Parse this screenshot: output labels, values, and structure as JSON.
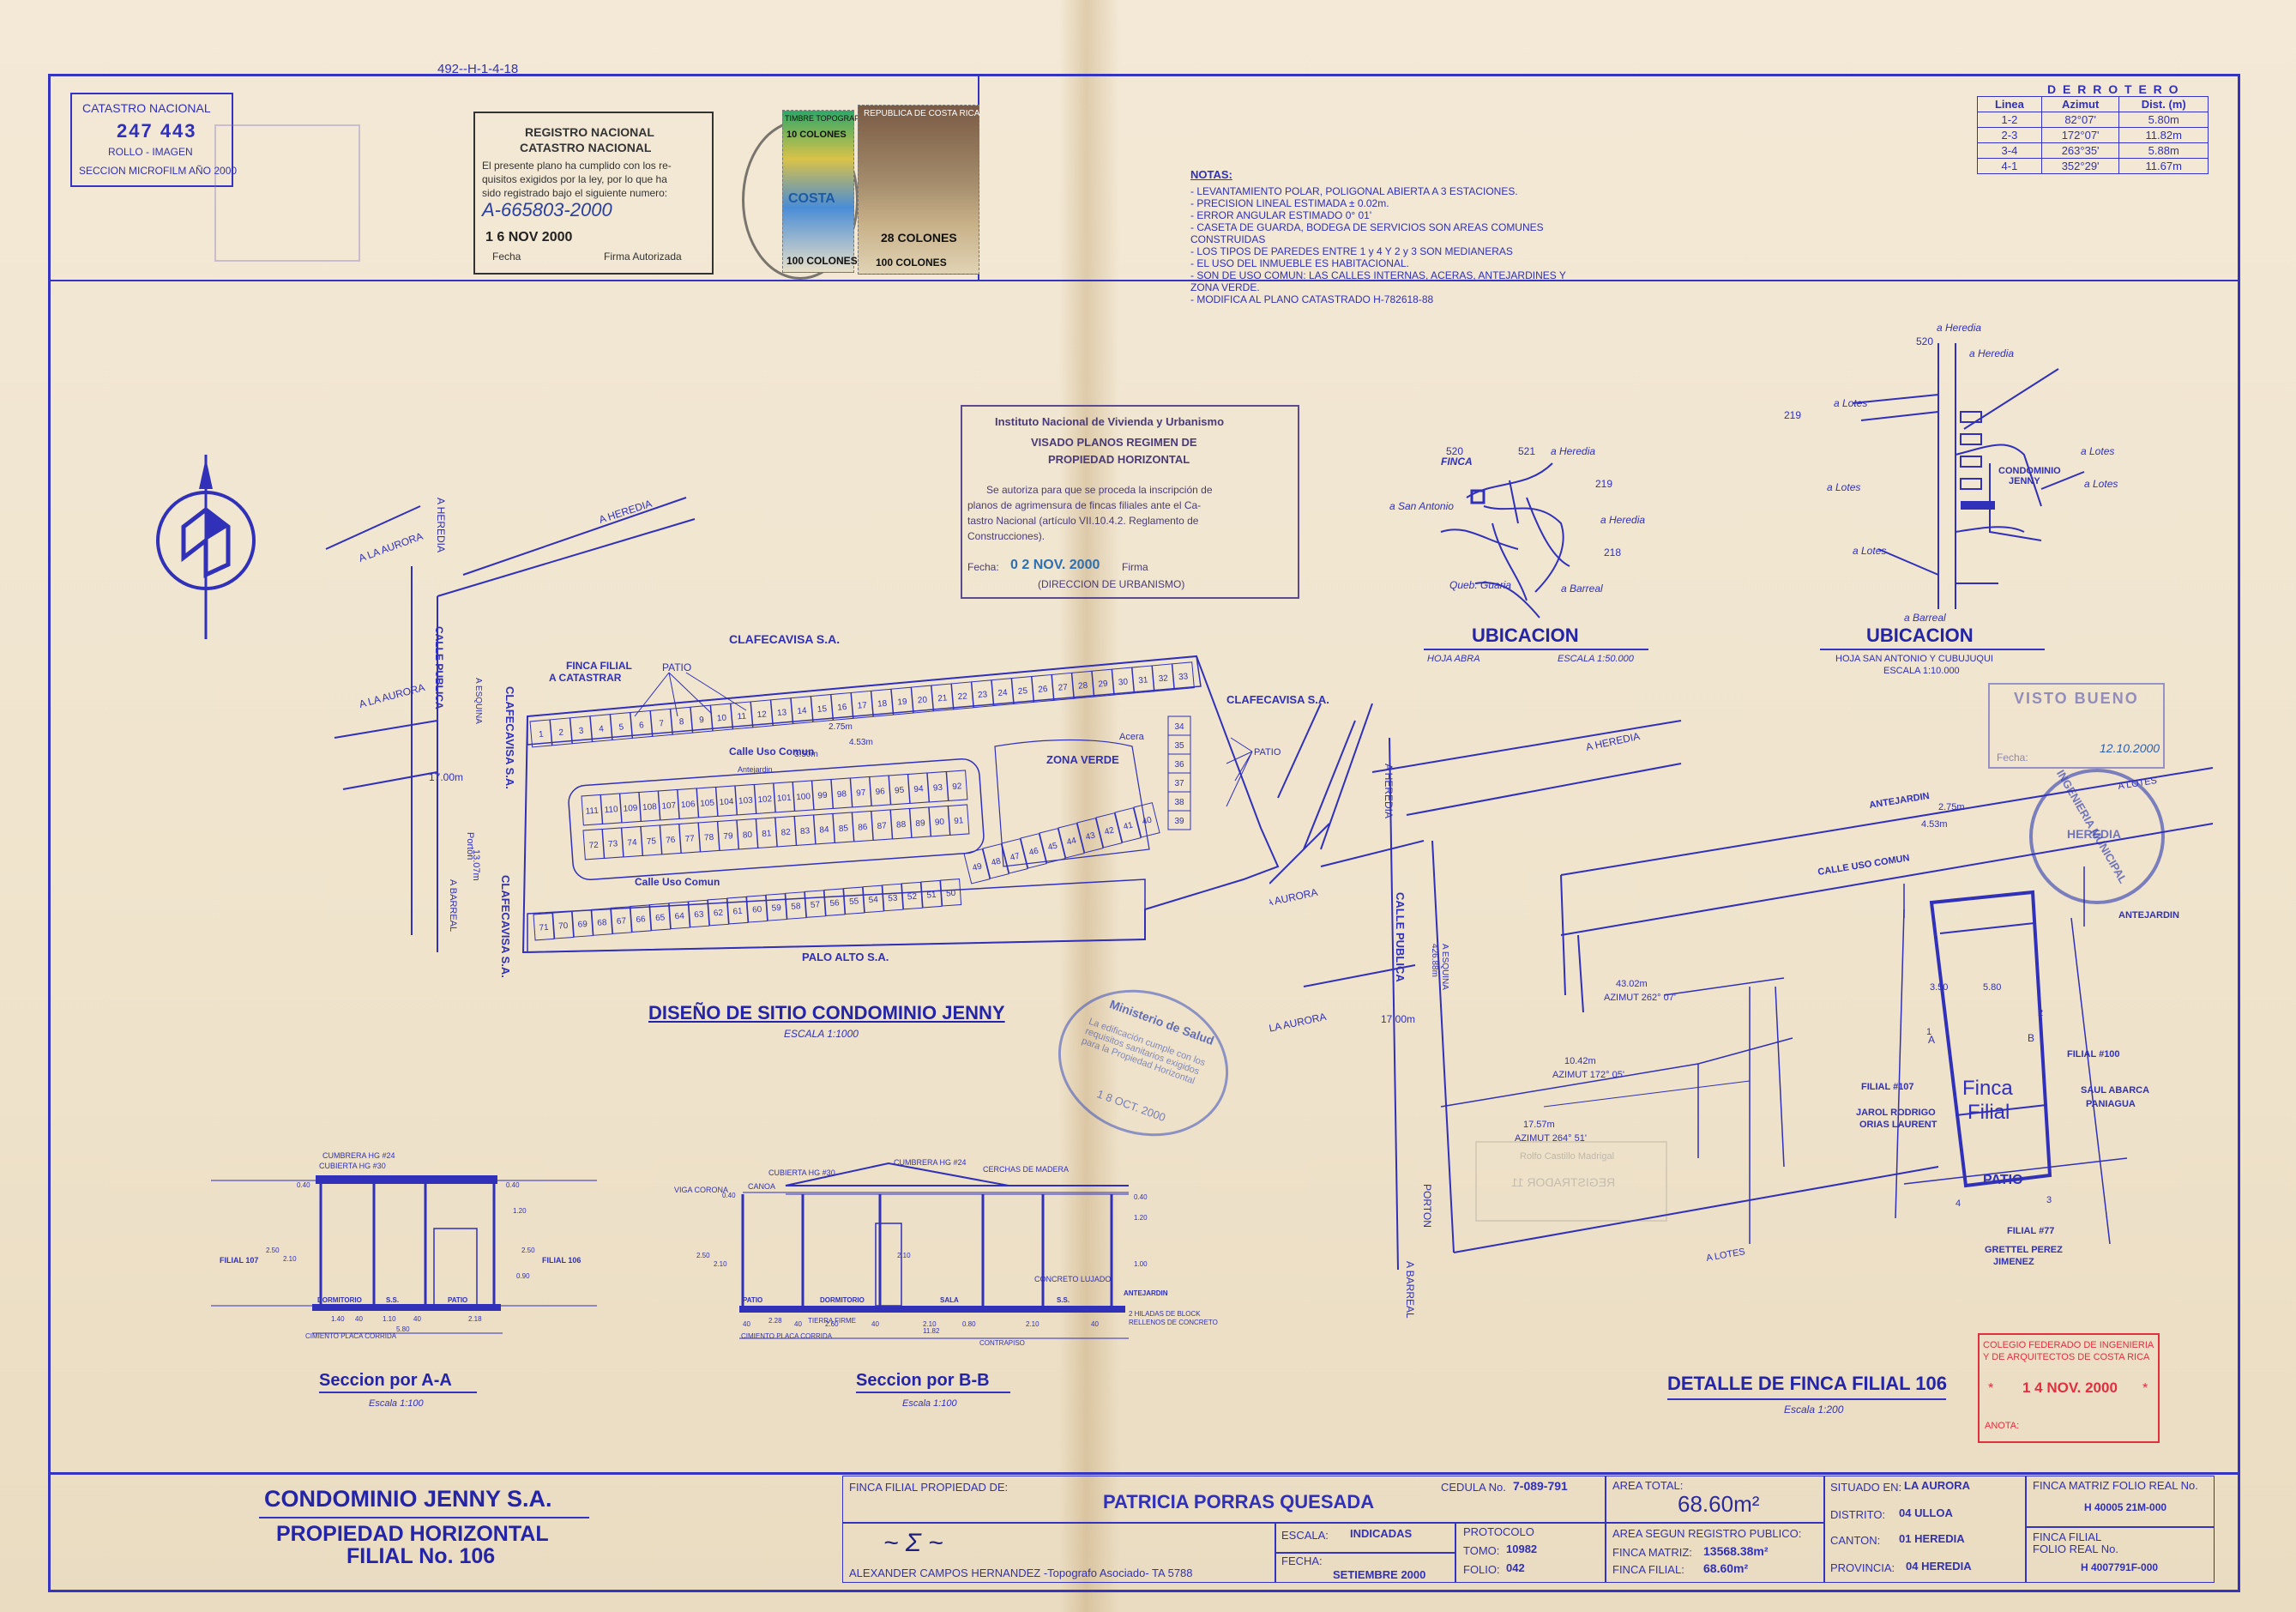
{
  "header_code": "492--H-1-4-18",
  "catastro_box": {
    "title": "CATASTRO NACIONAL",
    "number": "247 443",
    "line2": "ROLLO - IMAGEN",
    "line3": "SECCION MICROFILM AÑO 2000"
  },
  "registro_stamp": {
    "line1": "REGISTRO NACIONAL",
    "line2": "CATASTRO NACIONAL",
    "body1": "El presente plano ha cumplido con los re-",
    "body2": "quisitos exigidos por la ley, por lo que ha",
    "body3": "sido registrado bajo el siguiente numero:",
    "number": "A-665803-2000",
    "date": "1 6 NOV 2000",
    "fecha": "Fecha",
    "firma": "Firma Autorizada"
  },
  "stamps": {
    "timbre1": "TIMBRE TOPOGRAFO",
    "timbre1_val": "10 COLONES",
    "timbre1_bottom": "100 COLONES",
    "timbre2": "REPUBLICA DE COSTA RICA",
    "timbre2_val": "28 COLONES",
    "timbre2_bottom": "100 COLONES",
    "costa": "COSTA"
  },
  "derrotero": {
    "title": "D E R R O T E R O",
    "headers": [
      "Linea",
      "Azimut",
      "Dist. (m)"
    ],
    "rows": [
      [
        "1-2",
        "82°07'",
        "5.80m"
      ],
      [
        "2-3",
        "172°07'",
        "11.82m"
      ],
      [
        "3-4",
        "263°35'",
        "5.88m"
      ],
      [
        "4-1",
        "352°29'",
        "11.67m"
      ]
    ]
  },
  "notas": {
    "title": "NOTAS:",
    "items": [
      "- LEVANTAMIENTO POLAR, POLIGONAL ABIERTA A 3 ESTACIONES.",
      "- PRECISION LINEAL ESTIMADA ± 0.02m.",
      "- ERROR ANGULAR ESTIMADO 0° 01'",
      "- CASETA DE GUARDA, BODEGA DE SERVICIOS SON AREAS COMUNES",
      "  CONSTRUIDAS",
      "- LOS TIPOS DE PAREDES ENTRE 1 y 4 Y 2 y 3 SON MEDIANERAS",
      "- EL USO DEL INMUEBLE ES HABITACIONAL.",
      "- SON DE USO COMUN: LAS CALLES INTERNAS, ACERAS, ANTEJARDINES Y",
      "  ZONA VERDE.",
      "- MODIFICA AL PLANO CATASTRADO H-782618-88"
    ]
  },
  "invu_stamp": {
    "line1": "Instituto Nacional de Vivienda y Urbanismo",
    "line2": "VISADO PLANOS REGIMEN DE",
    "line3": "PROPIEDAD HORIZONTAL",
    "body1": "Se autoriza para que se proceda la inscripción de",
    "body2": "planos de agrimensura de fincas filiales ante el Ca-",
    "body3": "tastro Nacional (artículo VII.10.4.2. Reglamento de",
    "body4": "Construcciones).",
    "fecha_label": "Fecha:",
    "fecha": "0 2 NOV. 2000",
    "firma": "Firma",
    "dept": "(DIRECCION DE URBANISMO)"
  },
  "ubic1": {
    "title": "UBICACION",
    "sub_left": "HOJA ABRA",
    "sub_right": "ESCALA 1:50.000",
    "labels": [
      "FINCA",
      "520",
      "521",
      "a Heredia",
      "219",
      "a Heredia",
      "218",
      "a San Antonio",
      "Queb. Guaria",
      "a Barreal"
    ]
  },
  "ubic2": {
    "title": "UBICACION",
    "sub1": "HOJA SAN ANTONIO Y CUBUJUQUI",
    "sub2": "ESCALA 1:10.000",
    "labels": [
      "a Heredia",
      "520",
      "a Heredia",
      "a Lotes",
      "219",
      "a Lotes",
      "a Lotes",
      "CONDOMINIO",
      "JENNY",
      "a Lotes",
      "a Lotes",
      "a Barreal"
    ]
  },
  "visto_bueno": {
    "title": "VISTO BUENO",
    "fecha": "Fecha:",
    "date": "12.10.2000"
  },
  "muni_stamp": {
    "text": "INGENIERIA MUNICIPAL",
    "sub": "HEREDIA"
  },
  "site": {
    "title": "DISEÑO DE SITIO CONDOMINIO JENNY",
    "scale": "ESCALA 1:1000",
    "clafecavisa_top": "CLAFECAVISA S.A.",
    "clafecavisa_right": "CLAFECAVISA S.A.",
    "clafecavisa_left": "CLAFECAVISA S.A.",
    "clafecavisa_left2": "CLAFECAVISA S.A.",
    "palo_alto": "PALO ALTO S.A.",
    "finca_filial": "FINCA FILIAL",
    "a_catastrar": "A CATASTRAR",
    "patio": "PATIO",
    "patio_r": "PATIO",
    "calle_uso": "Calle Uso Comun",
    "calle_uso2": "Calle Uso Comun",
    "zona_verde": "ZONA VERDE",
    "acera": "Acera",
    "antejardin": "Antejardin",
    "a_heredia": "A HEREDIA",
    "a_heredia2": "A HEREDIA",
    "a_la_aurora": "A LA AURORA",
    "a_la_aurora2": "A LA AURORA",
    "calle_publica": "CALLE PUBLICA",
    "a_esquina": "A ESQUINA",
    "porton": "Porton",
    "a_barreal": "A BARREAL",
    "d1": "17.00m",
    "d2": "13.07m",
    "d3": "2.75m",
    "d4": "4.53m",
    "d5": "3.50m",
    "top_row": [
      "1",
      "2",
      "3",
      "4",
      "5",
      "6",
      "7",
      "8",
      "9",
      "10",
      "11",
      "12",
      "13",
      "14",
      "15",
      "16",
      "17",
      "18",
      "19",
      "20",
      "21",
      "22",
      "23",
      "24",
      "25",
      "26",
      "27",
      "28",
      "29",
      "30",
      "31",
      "32",
      "33"
    ],
    "right_col": [
      "34",
      "35",
      "36",
      "37",
      "38",
      "39"
    ],
    "mid_top": [
      "111",
      "110",
      "109",
      "108",
      "107",
      "106",
      "105",
      "104",
      "103",
      "102",
      "101",
      "100",
      "99",
      "98",
      "97",
      "96",
      "95",
      "94",
      "93",
      "92"
    ],
    "mid_bot": [
      "72",
      "73",
      "74",
      "75",
      "76",
      "77",
      "78",
      "79",
      "80",
      "81",
      "82",
      "83",
      "84",
      "85",
      "86",
      "87",
      "88",
      "89",
      "90",
      "91"
    ],
    "bot_row": [
      "71",
      "70",
      "69",
      "68",
      "67",
      "66",
      "65",
      "64",
      "63",
      "62",
      "61",
      "60",
      "59",
      "58",
      "57",
      "56",
      "55",
      "54",
      "53",
      "52",
      "51",
      "50"
    ],
    "bot_right": [
      "49",
      "48",
      "47",
      "46",
      "45",
      "44",
      "43",
      "42",
      "41",
      "40"
    ]
  },
  "sec_a": {
    "title": "Seccion por A-A",
    "scale": "Escala 1:100",
    "cumbrera": "CUMBRERA HG #24",
    "cubierta": "CUBIERTA HG #30",
    "filial107": "FILIAL 107",
    "filial106": "FILIAL 106",
    "dormitorio": "DORMITORIO",
    "ss": "S.S.",
    "patio": "PATIO",
    "cimiento": "CIMIENTO PLACA CORRIDA",
    "dims": [
      "0.40",
      "2.50",
      "2.10",
      "0.40",
      "1.20",
      "2.50",
      "0.90",
      "1.40",
      "40",
      "1.10",
      "40",
      "2.18",
      "5.80"
    ]
  },
  "sec_b": {
    "title": "Seccion por B-B",
    "scale": "Escala 1:100",
    "cumbrera": "CUMBRERA HG #24",
    "cubierta": "CUBIERTA HG #30",
    "cerchas": "CERCHAS DE MADERA",
    "viga": "VIGA CORONA",
    "canoa": "CANOA",
    "concreto": "CONCRETO LUJADO",
    "patio": "PATIO",
    "dormitorio": "DORMITORIO",
    "sala": "SALA",
    "ss": "S.S.",
    "antejardin": "ANTEJARDIN",
    "hiladas": "2 HILADAS DE BLOCK",
    "rellenos": "RELLENOS DE CONCRETO",
    "tierra": "TIERRA FIRME",
    "cimiento": "CIMIENTO PLACA CORRIDA",
    "contrapiso": "CONTRAPISO",
    "dims": [
      "0.40",
      "2.50",
      "2.10",
      "2.10",
      "0.40",
      "1.20",
      "1.00",
      "40",
      "2.28",
      "40",
      "2.60",
      "40",
      "2.10",
      "0.80",
      "2.10",
      "40",
      "11.82"
    ]
  },
  "detalle": {
    "title": "DETALLE DE FINCA FILIAL 106",
    "scale": "Escala 1:200",
    "antejardin": "ANTEJARDIN",
    "antejardin2": "ANTEJARDIN",
    "calle": "CALLE USO COMUN",
    "a_lotes": "A LOTES",
    "a_lotes2": "A LOTES",
    "a_heredia": "A HEREDIA",
    "a_la_aurora": "A LA AURORA",
    "a_la_aurora2": "A LA AURORA",
    "calle_publica": "CALLE PUBLICA",
    "porton": "PORTON",
    "a_barreal": "A BARREAL",
    "a_esquina": "A ESQUINA",
    "d_a": "2.75m",
    "d_b": "4.53m",
    "d_c": "43.02m",
    "az_c": "AZIMUT 262° 07'",
    "d_d": "10.42m",
    "az_d": "AZIMUT 172° 05'",
    "d_e": "17.57m",
    "az_e": "AZIMUT 264° 51'",
    "d_f": "17.00m",
    "d_g": "3.50",
    "d_h": "5.80",
    "finca": "Finca",
    "filial": "Filial",
    "patio": "PATIO",
    "f107": "FILIAL #107",
    "f107a": "JAROL RODRIGO",
    "f107b": "ORIAS LAURENT",
    "f100": "FILIAL #100",
    "f100a": "SAUL ABARCA",
    "f100b": "PANIAGUA",
    "f77": "FILIAL #77",
    "f77a": "GRETTEL PEREZ",
    "f77b": "JIMENEZ",
    "a": "A",
    "b": "B",
    "v1": "1",
    "v2": "2",
    "v3": "3",
    "v4": "4",
    "esq": "426.88m"
  },
  "cfia_stamp": {
    "line1": "COLEGIO FEDERADO DE INGENIERIA",
    "line2": "Y DE ARQUITECTOS DE COSTA RICA",
    "date": "1 4 NOV. 2000",
    "anota": "ANOTA:"
  },
  "salud_stamp": {
    "line1": "Ministerio de Salud",
    "body": "La edificación cumple con los requisitos sanitarios exigidos para la Propiedad Horizontal",
    "date": "1 8 OCT. 2000"
  },
  "faded_stamp": {
    "line1": "Rolfo Castillo Madrigal",
    "line2": "REGISTRADOR 11"
  },
  "title_block": {
    "company": "CONDOMINIO JENNY S.A.",
    "line2": "PROPIEDAD HORIZONTAL",
    "line3": "FILIAL No. 106",
    "finca_label": "FINCA FILIAL PROPIEDAD DE:",
    "owner": "PATRICIA PORRAS QUESADA",
    "cedula_label": "CEDULA No.",
    "cedula": "7-089-791",
    "surveyor": "ALEXANDER CAMPOS HERNANDEZ -Topografo Asociado- TA 5788",
    "escala_label": "ESCALA:",
    "escala": "INDICADAS",
    "fecha_label": "FECHA:",
    "fecha": "SETIEMBRE 2000",
    "protocolo": "PROTOCOLO",
    "tomo_label": "TOMO:",
    "tomo": "10982",
    "folio_label": "FOLIO:",
    "folio": "042",
    "area_label": "AREA TOTAL:",
    "area": "68.60m²",
    "area_reg": "AREA SEGUN REGISTRO PUBLICO:",
    "fm_label": "FINCA MATRIZ:",
    "fm": "13568.38m²",
    "ff_label": "FINCA FILIAL:",
    "ff": "68.60m²",
    "situado_label": "SITUADO EN:",
    "situado": "LA AURORA",
    "distrito_label": "DISTRITO:",
    "distrito": "04 ULLOA",
    "canton_label": "CANTON:",
    "canton": "01 HEREDIA",
    "provincia_label": "PROVINCIA:",
    "provincia": "04 HEREDIA",
    "fmfr_label1": "FINCA MATRIZ FOLIO REAL No.",
    "fmfr": "H 40005 21M-000",
    "fffr_label1": "FINCA FILIAL",
    "fffr_label2": "FOLIO REAL No.",
    "fffr": "H 4007791F-000"
  },
  "colors": {
    "ink": "#3030b8",
    "paper": "#f2e7d2",
    "red": "#e03040",
    "green": "#2ea060"
  }
}
